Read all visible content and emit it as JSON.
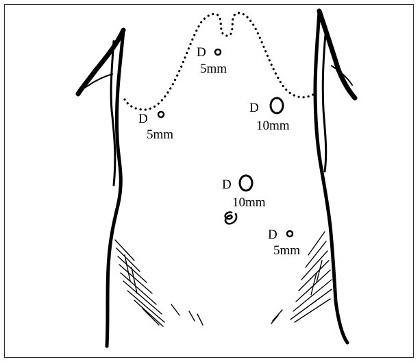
{
  "ports": [
    {
      "id": "epigastric",
      "marker": "D",
      "size": "5mm"
    },
    {
      "id": "right-subcostal",
      "marker": "D",
      "size": "5mm"
    },
    {
      "id": "left-subcostal",
      "marker": "D",
      "size": "10mm"
    },
    {
      "id": "umbilical",
      "marker": "D",
      "size": "10mm"
    },
    {
      "id": "left-lower",
      "marker": "D",
      "size": "5mm"
    }
  ],
  "colors": {
    "line": "#000000",
    "frame": "#2a2a2a",
    "background": "#ffffff"
  }
}
